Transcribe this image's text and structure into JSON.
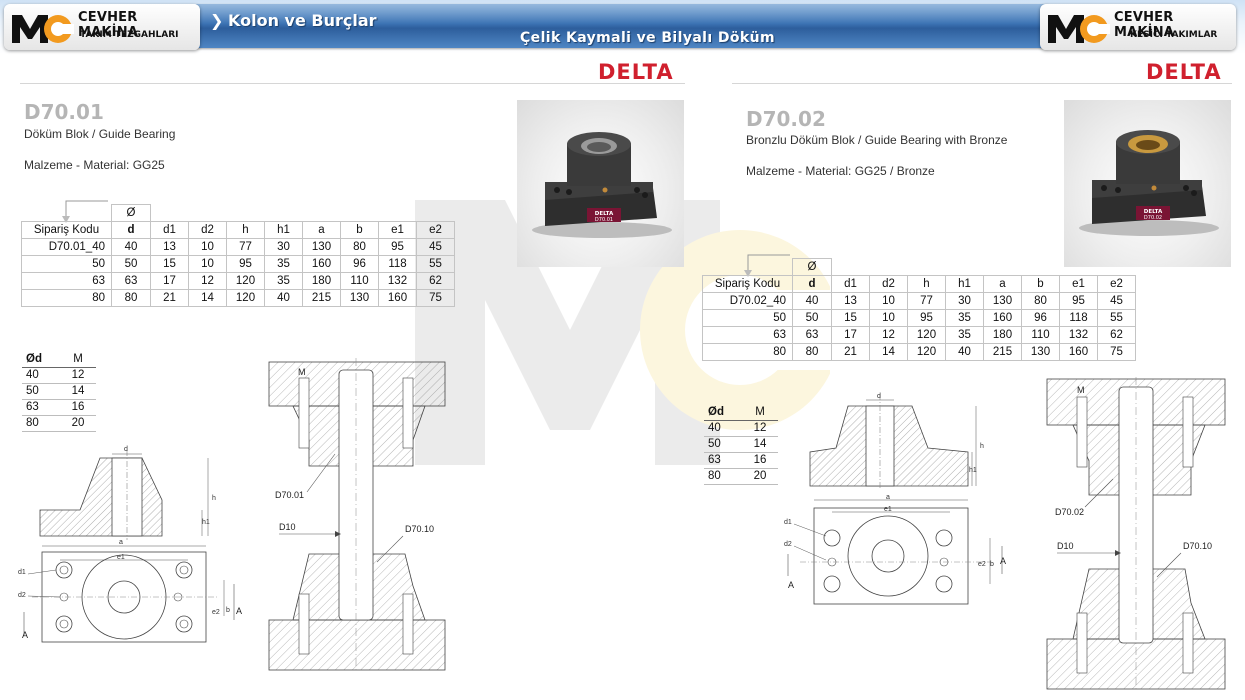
{
  "header": {
    "company": "CEVHER MAKİNA",
    "left_tagline": "TAKIM TEZGAHLARI",
    "right_tagline": "KESİCİ TAKIMLAR",
    "breadcrumb": "Kolon ve Burçlar",
    "subtitle": "Çelik Kaymali ve Bilyalı Döküm"
  },
  "brand": "DELTA",
  "products": [
    {
      "code": "D70.01",
      "name": "Döküm Blok / Guide Bearing",
      "material": "Malzeme - Material:  GG25",
      "photo_label_brand": "DELTA",
      "photo_label_code": "D70.01",
      "phi_symbol": "Ø",
      "table": {
        "headers": [
          "Sipariş Kodu",
          "d",
          "d1",
          "d2",
          "h",
          "h1",
          "a",
          "b",
          "e1",
          "e2"
        ],
        "rows": [
          [
            "D70.01_40",
            "40",
            "13",
            "10",
            "77",
            "30",
            "130",
            "80",
            "95",
            "45"
          ],
          [
            "50",
            "50",
            "15",
            "10",
            "95",
            "35",
            "160",
            "96",
            "118",
            "55"
          ],
          [
            "63",
            "63",
            "17",
            "12",
            "120",
            "35",
            "180",
            "110",
            "132",
            "62"
          ],
          [
            "80",
            "80",
            "21",
            "14",
            "120",
            "40",
            "215",
            "130",
            "160",
            "75"
          ]
        ]
      },
      "screw_table": {
        "headers": [
          "Ød",
          "M"
        ],
        "rows": [
          [
            "40",
            "12"
          ],
          [
            "50",
            "14"
          ],
          [
            "63",
            "16"
          ],
          [
            "80",
            "20"
          ]
        ]
      },
      "drawing_labels": {
        "d": "d",
        "h": "h",
        "h1": "h1",
        "a": "a",
        "e1": "e1",
        "d1": "d1",
        "d2": "d2",
        "e2": "e2",
        "b": "b",
        "A": "A",
        "M": "M",
        "part": "D70.01",
        "pin": "D10",
        "bush": "D70.10"
      }
    },
    {
      "code": "D70.02",
      "name": "Bronzlu Döküm Blok / Guide Bearing with Bronze",
      "material": "Malzeme - Material:  GG25 / Bronze",
      "photo_label_brand": "DELTA",
      "photo_label_code": "D70.02",
      "phi_symbol": "Ø",
      "table": {
        "headers": [
          "Sipariş Kodu",
          "d",
          "d1",
          "d2",
          "h",
          "h1",
          "a",
          "b",
          "e1",
          "e2"
        ],
        "rows": [
          [
            "D70.02_40",
            "40",
            "13",
            "10",
            "77",
            "30",
            "130",
            "80",
            "95",
            "45"
          ],
          [
            "50",
            "50",
            "15",
            "10",
            "95",
            "35",
            "160",
            "96",
            "118",
            "55"
          ],
          [
            "63",
            "63",
            "17",
            "12",
            "120",
            "35",
            "180",
            "110",
            "132",
            "62"
          ],
          [
            "80",
            "80",
            "21",
            "14",
            "120",
            "40",
            "215",
            "130",
            "160",
            "75"
          ]
        ]
      },
      "screw_table": {
        "headers": [
          "Ød",
          "M"
        ],
        "rows": [
          [
            "40",
            "12"
          ],
          [
            "50",
            "14"
          ],
          [
            "63",
            "16"
          ],
          [
            "80",
            "20"
          ]
        ]
      },
      "drawing_labels": {
        "d": "d",
        "h": "h",
        "h1": "h1",
        "a": "a",
        "e1": "e1",
        "d1": "d1",
        "d2": "d2",
        "e2": "e2",
        "b": "b",
        "A": "A",
        "M": "M",
        "part": "D70.02",
        "pin": "D10",
        "bush": "D70.10"
      }
    }
  ],
  "colors": {
    "band": "#3b72b3",
    "brand_red": "#d0202e",
    "code_grey": "#b5b5b5",
    "logo_orange": "#f29a1f"
  }
}
